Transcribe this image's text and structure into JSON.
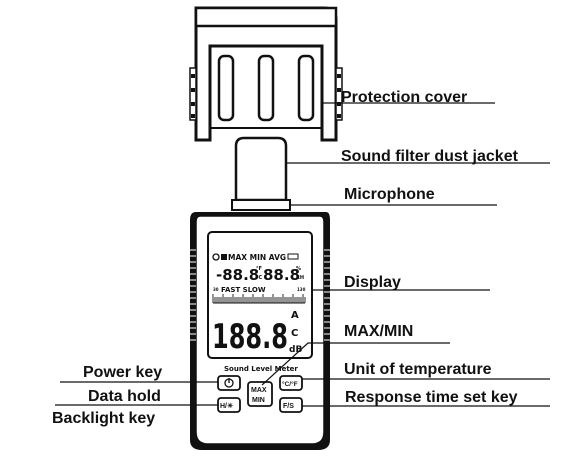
{
  "labels": {
    "protection_cover": "Protection cover",
    "dust_jacket": "Sound filter dust jacket",
    "microphone": "Microphone",
    "display": "Display",
    "max_min": "MAX/MIN",
    "unit_of_temperature": "Unit of temperature",
    "power_key": "Power key",
    "data_hold": "Data hold",
    "response_time": "Response time set key",
    "backlight_key": "Backlight key"
  },
  "lcd": {
    "top_modes": "MAX MIN AVG",
    "temp_reading": "-88.8",
    "temp_unit_top": "°F",
    "temp_unit_bottom": "°C",
    "humidity_reading": "88.8",
    "humidity_unit_top": "%",
    "humidity_unit_bottom": "RH",
    "scale_min": "30",
    "scale_max": "130",
    "speed_modes": "FAST SLOW",
    "main_reading": "188.8",
    "weight_a": "A",
    "weight_c": "C",
    "db_unit": "dB",
    "device_name": "Sound Level Meter"
  },
  "keys": {
    "max_top": "MAX",
    "max_bottom": "MIN",
    "temp_unit": "°C/°F",
    "fs": "F/S",
    "hold_backlight": "H/☀"
  }
}
